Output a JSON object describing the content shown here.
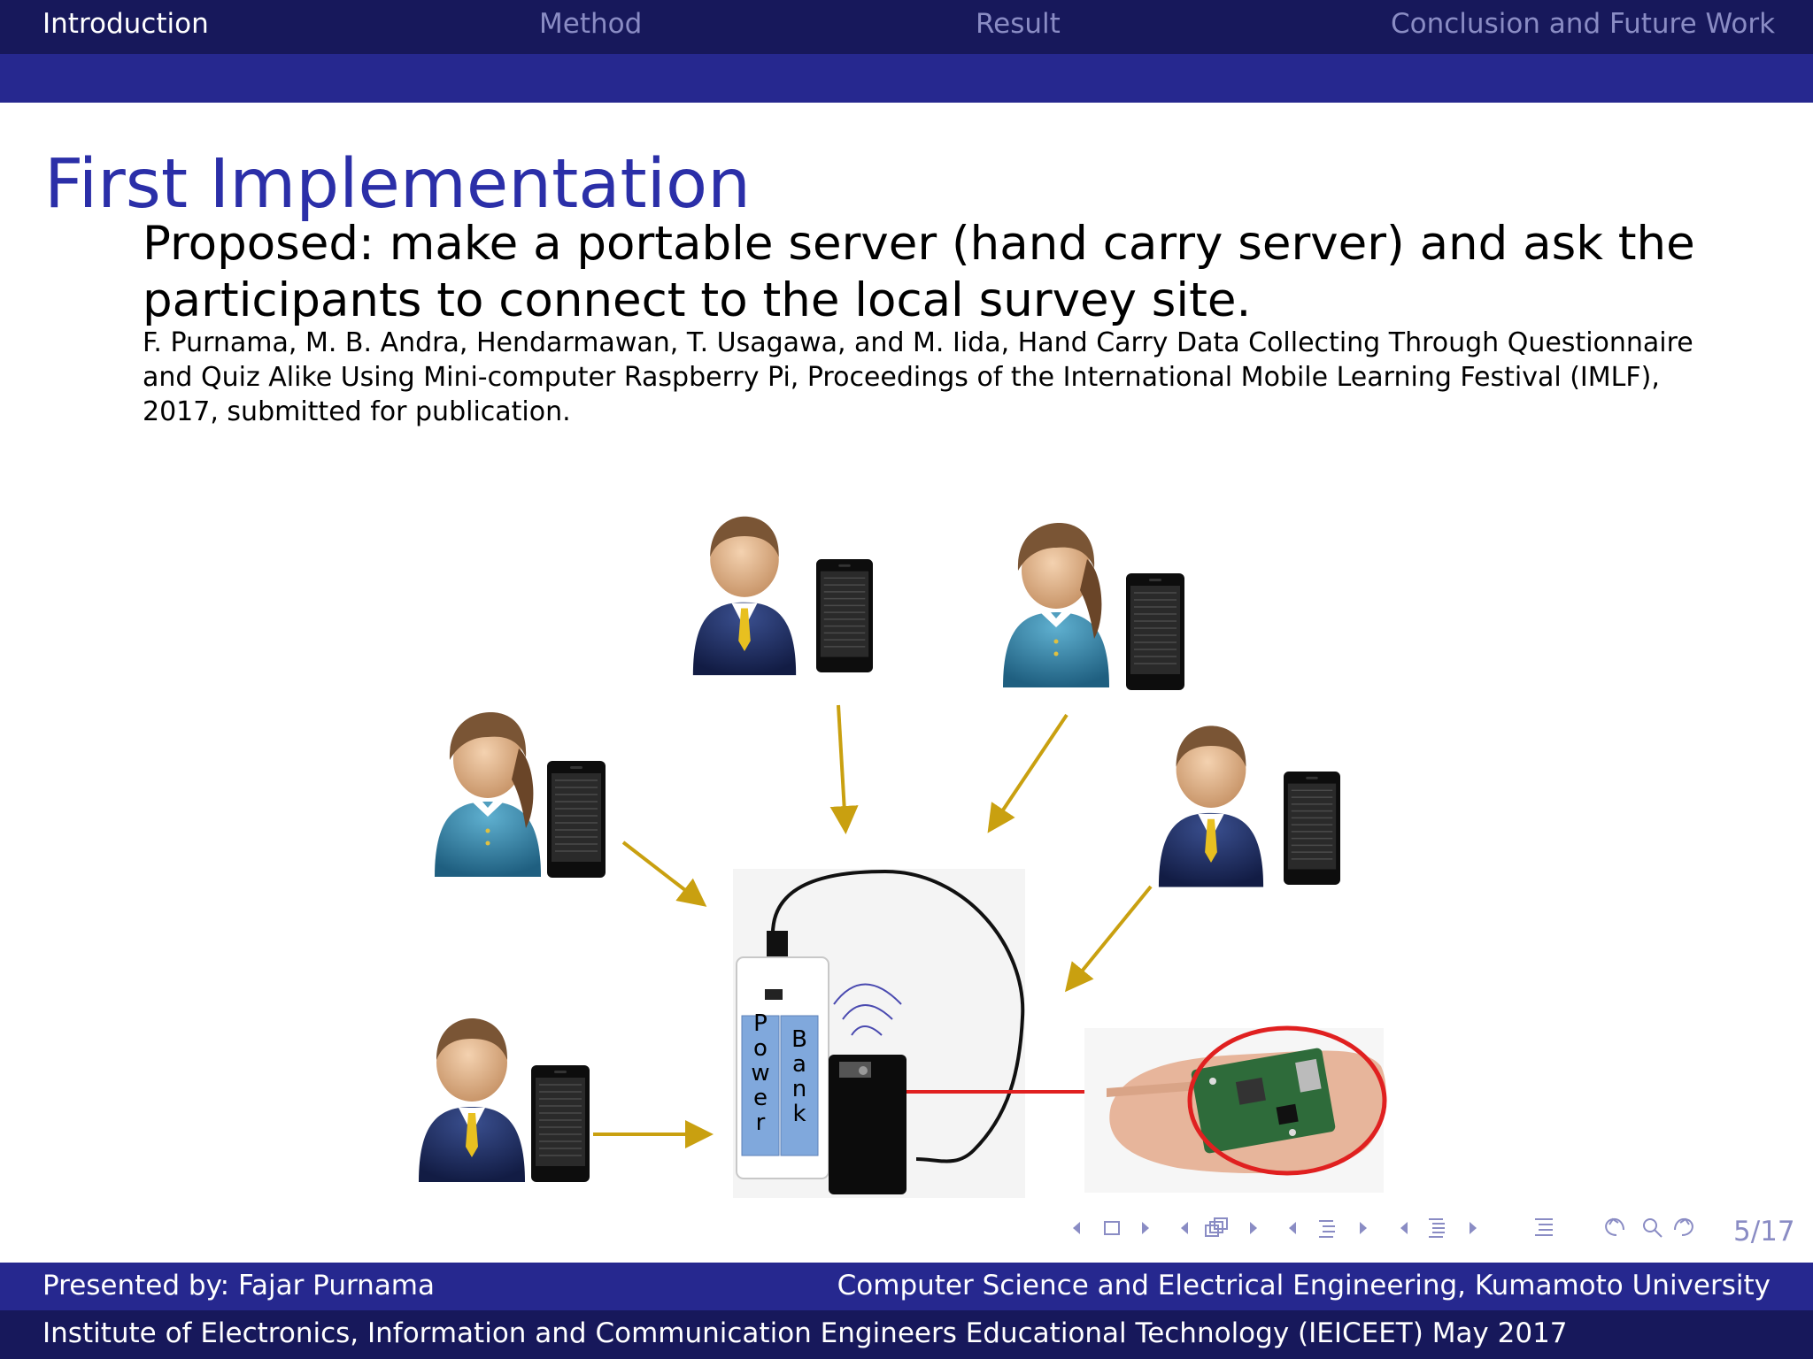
{
  "nav": {
    "tabs": [
      {
        "label": "Introduction"
      },
      {
        "label": "Method"
      },
      {
        "label": "Result"
      },
      {
        "label": "Conclusion and Future Work"
      }
    ]
  },
  "slide": {
    "title": "First Implementation",
    "body": "Proposed: make a portable server (hand carry server) and ask the participants to connect to the local survey site.",
    "citation": "F. Purnama, M. B. Andra, Hendarmawan, T. Usagawa, and M. Iida, Hand Carry Data Collecting Through Questionnaire and Quiz Alike Using Mini-computer Raspberry Pi, Proceedings of the International Mobile Learning Festival (IMLF), 2017, submitted for publication."
  },
  "diagram": {
    "power_bank_label_1": "Power",
    "power_bank_label_2": "Bank",
    "colors": {
      "arrow": "#c9a010",
      "suit_dark": "#1c2a5a",
      "suit_teal": "#2e7d9e",
      "skin": "#e2b48c",
      "hair": "#7a5535",
      "bank_blue": "#80a8dc",
      "highlight_red": "#e02020"
    }
  },
  "controls": {
    "page_number": "5/17",
    "icons": [
      "nav-prev-frame-icon",
      "frame-icon",
      "nav-next-frame-icon",
      "nav-prev-subsection-icon",
      "subsection-icon",
      "nav-next-subsection-icon",
      "nav-prev-section-icon",
      "section-icon",
      "nav-next-section-icon",
      "nav-prev-document-icon",
      "document-icon",
      "nav-next-document-icon",
      "outline-icon",
      "back-icon",
      "search-icon",
      "forward-icon"
    ]
  },
  "footer": {
    "presenter": "Presented by: Fajar Purnama",
    "affiliation": "Computer Science and Electrical Engineering, Kumamoto University",
    "event": "Institute of Electronics, Information and Communication Engineers Educational Technology (IEICEET) May 2017"
  }
}
